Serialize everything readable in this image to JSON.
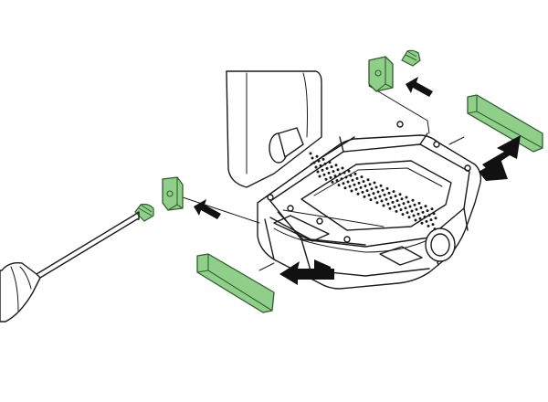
{
  "colors": {
    "background": "#ffffff",
    "line": "#1a1a1a",
    "part_highlight": "#8fcf8a",
    "part_highlight_stroke": "#2f5f2d",
    "arrow": "#111111"
  },
  "parts": [
    {
      "name": "pedal-body"
    },
    {
      "name": "crank-arm"
    },
    {
      "name": "reflector-upper-right",
      "highlight": true
    },
    {
      "name": "reflector-lower-left",
      "highlight": true
    },
    {
      "name": "clip-nut-upper",
      "highlight": true
    },
    {
      "name": "clip-nut-lower",
      "highlight": true
    },
    {
      "name": "screw-upper",
      "highlight": true
    },
    {
      "name": "screw-lower",
      "highlight": true
    },
    {
      "name": "screwdriver"
    }
  ],
  "icons": [
    "arrow-left-icon",
    "arrow-up-right-icon"
  ]
}
